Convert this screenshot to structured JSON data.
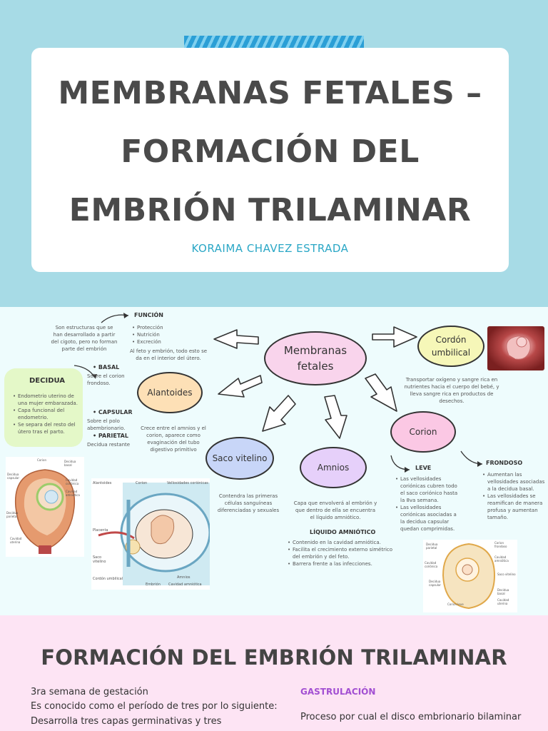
{
  "header": {
    "title_lines": [
      "MEMBRANAS FETALES –",
      "FORMACIÓN DEL",
      "EMBRIÓN TRILAMINAR"
    ],
    "author": "KORAIMA CHAVEZ ESTRADA"
  },
  "map": {
    "intro": "Son estructuras que se han desarrollado a partir del cigoto, pero no forman parte del embrión",
    "funcion": {
      "heading": "FUNCIÓN",
      "items": [
        "Protección",
        "Nutrición",
        "Excreción"
      ],
      "note": "Al feto y embrión, todo esto se da en el interior del útero."
    },
    "center": "Membranas fetales",
    "cordon": {
      "label": "Cordón umbilical",
      "desc": "Transportar oxígeno y sangre rica en nutrientes hacia el cuerpo del bebé, y lleva sangre rica en productos de desechos."
    },
    "decidua": {
      "title": "DECIDUA",
      "items": [
        "Endometrio uterino de una mujer embarazada.",
        "Capa funcional del endometrio.",
        "Se separa del resto del útero tras el parto."
      ],
      "basal_h": "BASAL",
      "basal_t": "Sobre el corion frondoso.",
      "capsular_h": "CAPSULAR",
      "capsular_t": "Sobre el polo abembrionario.",
      "parietal_h": "PARIETAL",
      "parietal_t": "Decidua restante"
    },
    "alantoides": {
      "label": "Alantoides",
      "desc": "Crece entre el amnios y el corion, aparece como evaginación del tubo digestivo primitivo"
    },
    "saco": {
      "label": "Saco vitelino",
      "desc": "Contendra las primeras células sanguíneas diferenciadas y sexuales"
    },
    "amnios": {
      "label": "Amnios",
      "desc": "Capa que envolverá al embrión y que dentro de ella se encuentra el líquido amniótico.",
      "liquido_h": "LÍQUIDO AMNIÓTICO",
      "liquido_items": [
        "Contenido en la cavidad amniótica.",
        "Facilita el crecimiento externo simétrico del embrión y del feto.",
        "Barrera frente a las infecciones."
      ]
    },
    "corion": {
      "label": "Corion",
      "leve_h": "LEVE",
      "leve_items": [
        "Las vellosidades coriónicas cubren todo el saco coriónico hasta la 8va semana.",
        "Las vellosidades coriónicas asociadas a la decidua capsular quedan comprimidas."
      ],
      "frondoso_h": "FRONDOSO",
      "frondoso_items": [
        "Aumentan las vellosidades asociadas a la decidua basal.",
        "Las vellosidades se reamifican de manera profusa y aumentan tamaño."
      ]
    },
    "diagram_labels": {
      "uterus": [
        "Corion",
        "Decidua basal",
        "Decidua capsular",
        "Cavidad coriónica",
        "Cavidad amniótica",
        "Decidua parietal",
        "Cavidad uterina"
      ],
      "embryo": [
        "Alantoides",
        "Corion",
        "Vellosidades coriónicas",
        "Placenta",
        "Saco vitelino",
        "Cordón umbilical",
        "Embrión",
        "Amnios",
        "Cavidad amniótica"
      ],
      "corion": [
        "Decidua parietal",
        "Corion frondoso",
        "Cavidad coriónica",
        "Cavidad amniótica",
        "Decidua capsular",
        "Saco vitelino",
        "Decidua basal",
        "Cavidad uterina",
        "Corion leve"
      ]
    }
  },
  "bottom": {
    "title": "FORMACIÓN DEL EMBRIÓN TRILAMINAR",
    "left_lines": [
      "3ra semana de gestación",
      "Es conocido como el período de tres por lo siguiente:",
      "Desarrolla  tres capas germinativas y tres"
    ],
    "gastrulacion_h": "GASTRULACIÓN",
    "gastrulacion_t": "Proceso por cual el disco embrionario bilaminar"
  },
  "colors": {
    "header_bg": "#a7dbe6",
    "map_bg": "#eefcfd",
    "bottom_bg": "#fde4f4",
    "center_node": "#f9d4ec",
    "cordon_node": "#f6f7b8",
    "alantoides_node": "#fde0b6",
    "saco_node": "#c8d6f8",
    "amnios_node": "#e6d0fa",
    "corion_node": "#fbc8e4",
    "decidua_box": "#e4f8c8",
    "accent_purple": "#a24fd2",
    "accent_blue": "#2aa7c6"
  },
  "icons": [
    "arrow-icon",
    "curved-arrow-icon"
  ]
}
